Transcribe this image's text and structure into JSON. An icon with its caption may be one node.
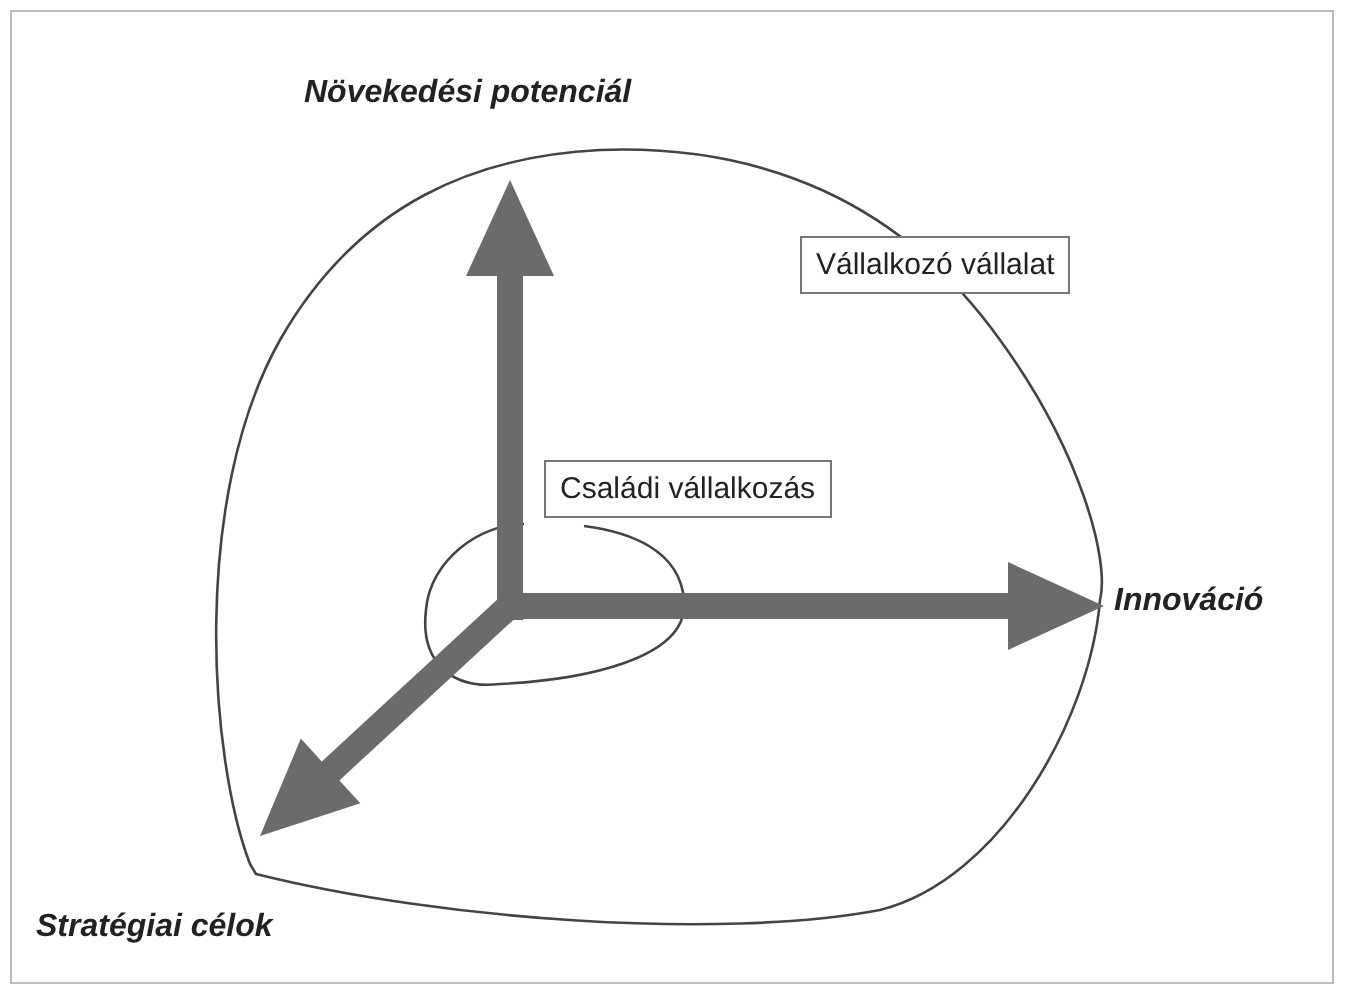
{
  "diagram": {
    "nodes": [
      {
        "text": [
          "Vállalkozó vállalat"
        ]
      },
      {
        "text": [
          "Családi vállalkozás"
        ]
      }
    ],
    "labels": [
      "Növekedési potenciál",
      "Innováció",
      "Stratégiai célok"
    ]
  }
}
